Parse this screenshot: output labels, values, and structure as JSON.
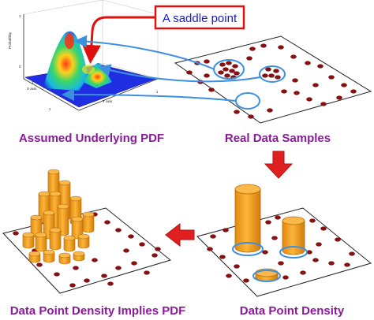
{
  "callout": {
    "label": "A saddle point",
    "border_color": "#e01010",
    "text_color": "#1a1ad0"
  },
  "captions": {
    "top_left": "Assumed Underlying PDF",
    "top_right": "Real Data Samples",
    "bottom_left": "Data Point Density Implies PDF",
    "bottom_right": "Data Point Density"
  },
  "surface_plot": {
    "z_label": "Probability",
    "x_label": "X axis",
    "y_label": "Y axis",
    "ticks": [
      "1",
      "0",
      "1",
      "1",
      "1"
    ]
  },
  "colors": {
    "caption": "#8a1a9a",
    "dot": "#8b0f0f",
    "cylinder": "#f5a21a",
    "highlight_ring": "#3d8fe0",
    "big_arrow": "#e02020",
    "callout_arrow": "#e01010"
  },
  "icons": [
    "flow-down-arrow",
    "flow-left-arrow"
  ]
}
